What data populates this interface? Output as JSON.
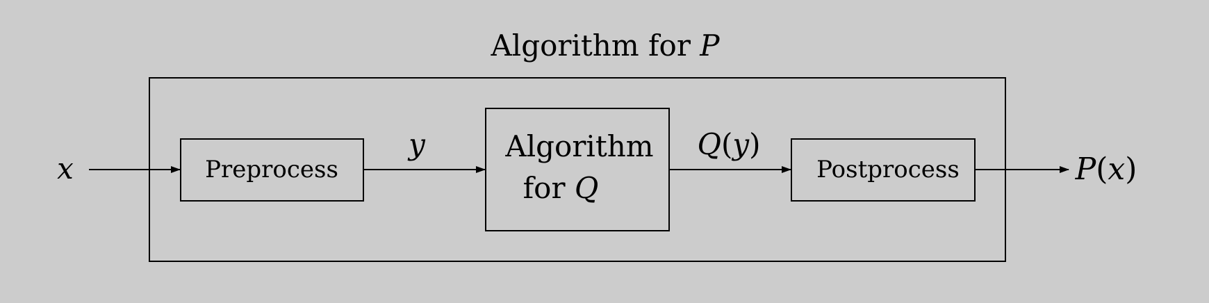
{
  "title": {
    "text": "Algorithm for ",
    "var": "P"
  },
  "input_label": "x",
  "output_label": {
    "func": "P",
    "open": "(",
    "arg": "x",
    "close": ")"
  },
  "intermediate_label": "y",
  "q_output_label": {
    "func": "Q",
    "open": "(",
    "arg": "y",
    "close": ")"
  },
  "blocks": {
    "preprocess": "Preprocess",
    "algorithm_q_line1": "Algorithm",
    "algorithm_q_line2": "for ",
    "algorithm_q_var": "Q",
    "postprocess": "Postprocess"
  },
  "colors": {
    "background": "#cccccc",
    "stroke": "#000000"
  }
}
